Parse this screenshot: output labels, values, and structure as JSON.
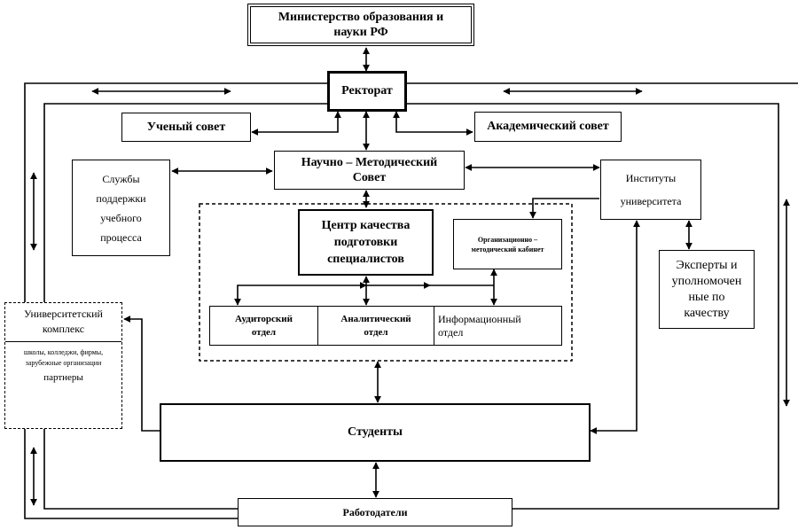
{
  "ministry": {
    "line1": "Министерство образования и",
    "line2": "науки РФ"
  },
  "rectorate": "Ректорат",
  "academic_board": "Ученый совет",
  "academic_council": "Академический совет",
  "sci_method": {
    "line1": "Научно – Методический",
    "line2": "Совет"
  },
  "support": {
    "line1": "Службы",
    "line2": "поддержки",
    "line3": "учебного",
    "line4": "процесса"
  },
  "institutes": {
    "line1": "Институты",
    "line2": "университета"
  },
  "quality_center": {
    "line1": "Центр качества",
    "line2": "подготовки",
    "line3": "специалистов"
  },
  "org_method": {
    "line1": "Организационно –",
    "line2": "методический кабинет"
  },
  "experts": {
    "line1": "Эксперты и",
    "line2": "уполномочен",
    "line3": "ные по",
    "line4": "качеству"
  },
  "departments": {
    "audit": {
      "line1": "Аудиторский",
      "line2": "отдел"
    },
    "analytic": {
      "line1": "Аналитический",
      "line2": "отдел"
    },
    "info": {
      "line1": "Информационный",
      "line2": "отдел"
    }
  },
  "complex": {
    "title1": "Университетский",
    "title2": "комплекс",
    "list1": "школы, колледжи, фирмы,",
    "list2": "зарубежные организации",
    "partners": "партнеры"
  },
  "students": "Студенты",
  "employers": "Работодатели"
}
